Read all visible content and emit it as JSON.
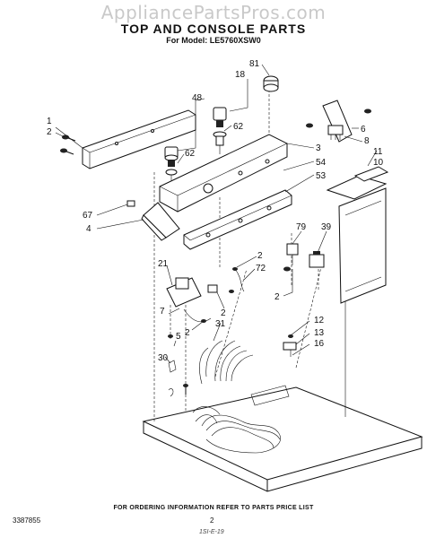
{
  "watermark": "AppliancePartsPros.com",
  "title": "TOP AND CONSOLE PARTS",
  "subtitle": "For Model: LE5760XSW0",
  "callouts": [
    "1",
    "2",
    "48",
    "18",
    "81",
    "62",
    "62",
    "6",
    "8",
    "11",
    "10",
    "3",
    "54",
    "53",
    "67",
    "4",
    "79",
    "39",
    "2",
    "72",
    "21",
    "7",
    "2",
    "2",
    "31",
    "2",
    "5",
    "30",
    "12",
    "13",
    "16"
  ],
  "footer_note": "FOR ORDERING INFORMATION REFER TO PARTS PRICE LIST",
  "part_number": "3387855",
  "page_number": "2",
  "handwritten": "1SI-E-19"
}
